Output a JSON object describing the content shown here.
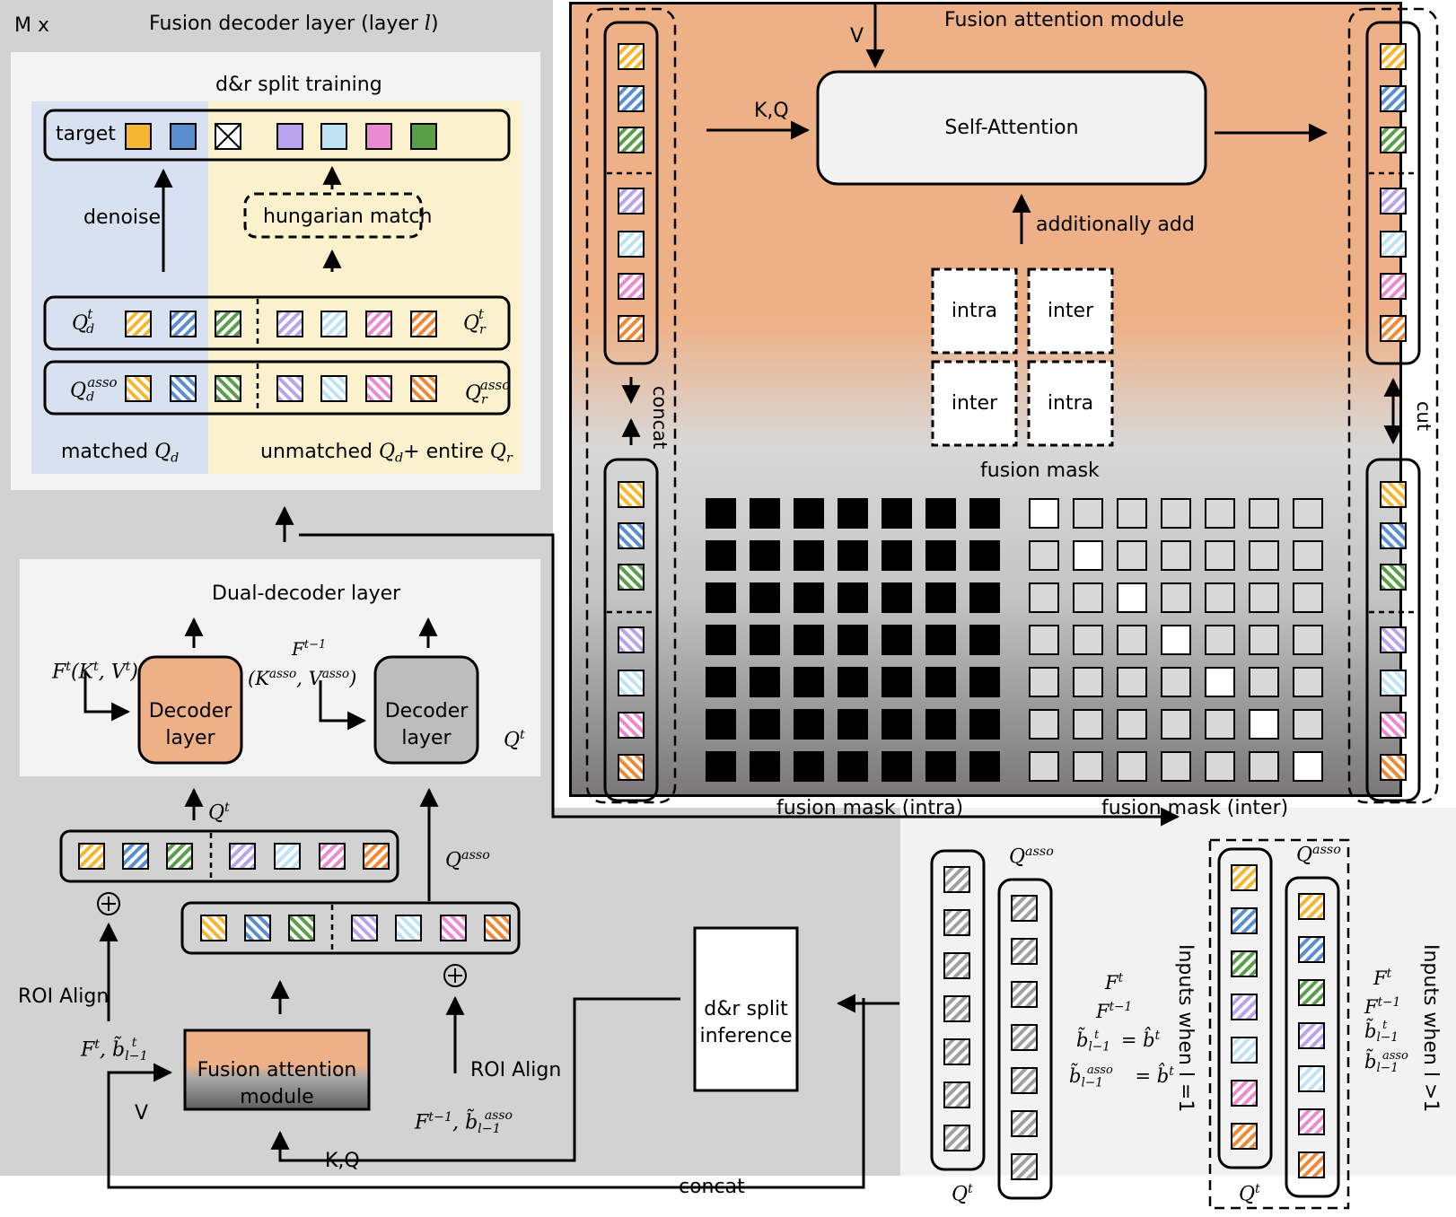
{
  "left_panel": {
    "repeat_label": "M x",
    "title_prefix": "Fusion decoder layer (layer ",
    "title_var": "l",
    "title_suffix": ")"
  },
  "dr_training": {
    "title": "d&r split training",
    "target_label": "target",
    "denoise_label": "denoise",
    "hungarian_label": "hungarian match",
    "matched_prefix": "matched ",
    "unmatched_mid": "unmatched ",
    "unmatched_end": "+ entire "
  },
  "dual_decoder": {
    "title": "Dual-decoder layer",
    "decoder_label_1": "Decoder",
    "decoder_label_2": "layer",
    "roi_align": "ROI Align",
    "fusion_module_1": "Fusion attention",
    "fusion_module_2": "module",
    "v_label": "V",
    "kq_label": "K,Q",
    "concat_label": "concat",
    "inference_1": "d&r split",
    "inference_2": "inference"
  },
  "fusion_attention": {
    "title": "Fusion attention module",
    "v_label": "V",
    "kq_label": "K,Q",
    "self_attention": "Self-Attention",
    "additionally_add": "additionally add",
    "mask_cells": [
      "intra",
      "inter",
      "inter",
      "intra"
    ],
    "fusion_mask_label": "fusion mask",
    "concat_label": "concat",
    "cut_label": "cut",
    "mask_intra_label": "fusion mask (intra)",
    "mask_inter_label": "fusion mask (inter)"
  },
  "inputs": {
    "first_layer": "Inputs when l =1",
    "later_layers": "Inputs when l >1"
  },
  "colors": {
    "yellow": "#f5b731",
    "blue": "#5a8fcf",
    "green": "#5a9e48",
    "purple": "#b9a3ec",
    "lightblue": "#bfe3f5",
    "pink": "#ea8ad0",
    "orange": "#ee8a35",
    "gray": "#a0a0a0",
    "peach": "#eeb187",
    "panel_gray": "#d3d2d2",
    "blue_band": "#d7e1ef",
    "yellow_band": "#fcf1cd"
  }
}
